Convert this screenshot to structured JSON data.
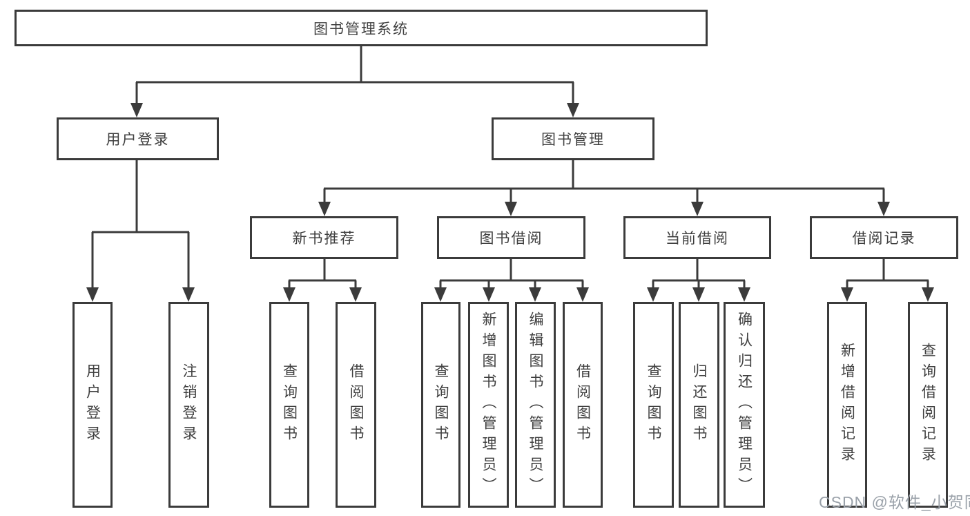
{
  "diagram_title": "图书管理系统",
  "nodes": {
    "root": {
      "label": "图书管理系统"
    },
    "user_login": {
      "label": "用户登录"
    },
    "book_management": {
      "label": "图书管理"
    },
    "new_book_recommend": {
      "label": "新书推荐"
    },
    "book_borrow": {
      "label": "图书借阅"
    },
    "current_borrow": {
      "label": "当前借阅"
    },
    "borrow_records": {
      "label": "借阅记录"
    },
    "leaf_user_login": {
      "label": "用户登录"
    },
    "leaf_logout": {
      "label": "注销登录"
    },
    "leaf_recommend_query": {
      "label": "查询图书"
    },
    "leaf_recommend_borrow": {
      "label": "借阅图书"
    },
    "leaf_borrow_query": {
      "label": "查询图书"
    },
    "leaf_borrow_add": {
      "label": "新增图书（管理员）"
    },
    "leaf_borrow_edit": {
      "label": "编辑图书（管理员）"
    },
    "leaf_borrow_borrow": {
      "label": "借阅图书"
    },
    "leaf_current_query": {
      "label": "查询图书"
    },
    "leaf_current_return": {
      "label": "归还图书"
    },
    "leaf_current_confirm": {
      "label": "确认归还（管理员）"
    },
    "leaf_records_add": {
      "label": "新增借阅记录"
    },
    "leaf_records_query": {
      "label": "查询借阅记录"
    }
  },
  "hierarchy": [
    {
      "parent": "图书管理系统",
      "children": [
        "用户登录",
        "图书管理"
      ]
    },
    {
      "parent": "用户登录",
      "children": [
        "用户登录",
        "注销登录"
      ]
    },
    {
      "parent": "图书管理",
      "children": [
        "新书推荐",
        "图书借阅",
        "当前借阅",
        "借阅记录"
      ]
    },
    {
      "parent": "新书推荐",
      "children": [
        "查询图书",
        "借阅图书"
      ]
    },
    {
      "parent": "图书借阅",
      "children": [
        "查询图书",
        "新增图书（管理员）",
        "编辑图书（管理员）",
        "借阅图书"
      ]
    },
    {
      "parent": "当前借阅",
      "children": [
        "查询图书",
        "归还图书",
        "确认归还（管理员）"
      ]
    },
    {
      "parent": "借阅记录",
      "children": [
        "新增借阅记录",
        "查询借阅记录"
      ]
    }
  ],
  "watermark": {
    "text": "CSDN @软件_小贺同学"
  },
  "colors": {
    "line": "#3b3b3b",
    "box_border": "#3b3b3b",
    "text": "#3f3f3f",
    "watermark": "#9aa1a9",
    "background": "#ffffff"
  }
}
